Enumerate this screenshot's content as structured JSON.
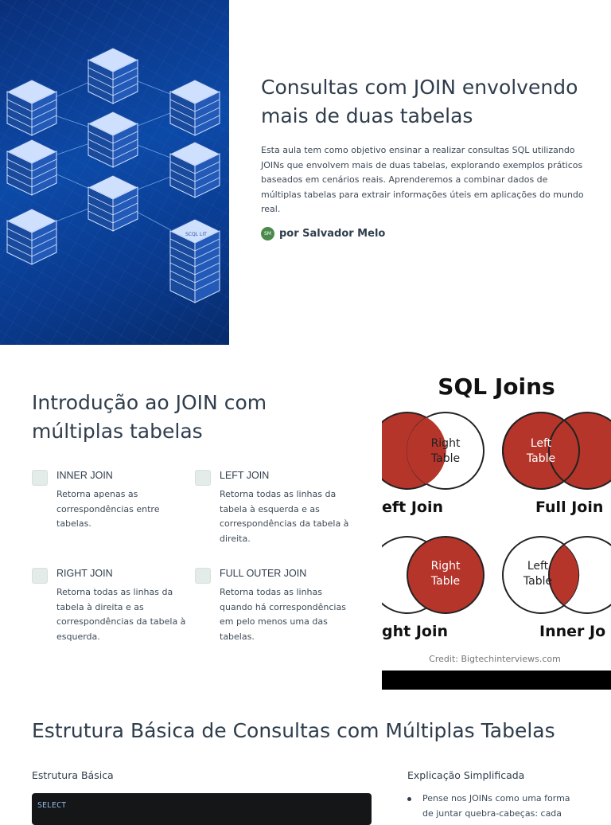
{
  "hero": {
    "title": "Consultas com JOIN envolvendo mais de duas tabelas",
    "description": "Esta aula tem como objetivo ensinar a realizar consultas SQL utilizando JOINs que envolvem mais de duas tabelas, explorando exemplos práticos baseados em cenários reais. Aprenderemos a combinar dados de múltiplas tabelas para extrair informações úteis em aplicações do mundo real.",
    "author_initials": "SM",
    "author": "por Salvador Melo",
    "image_label": "SCQL LIT"
  },
  "intro": {
    "title": "Introdução ao JOIN com múltiplas tabelas",
    "joins": [
      {
        "name": "INNER JOIN",
        "desc": "Retorna apenas as correspondências entre tabelas."
      },
      {
        "name": "LEFT JOIN",
        "desc": "Retorna todas as linhas da tabela à esquerda e as correspondências da tabela à direita."
      },
      {
        "name": "RIGHT JOIN",
        "desc": "Retorna todas as linhas da tabela à direita e as correspondências da tabela à esquerda."
      },
      {
        "name": "FULL OUTER JOIN",
        "desc": "Retorna todas as linhas quando há correspondências em pelo menos uma das tabelas."
      }
    ]
  },
  "sql_joins_image": {
    "title": "SQL Joins",
    "right_table": "Right",
    "table": "Table",
    "left_table": "Left",
    "labels": [
      "eft Join",
      "Full Join",
      "ght Join",
      "Inner Jo"
    ],
    "credit": "Credit: Bigtechinterviews.com",
    "colors": {
      "fill": "#b5352b",
      "stroke": "#222222"
    }
  },
  "structure": {
    "title": "Estrutura Básica de Consultas com Múltiplas Tabelas",
    "left_heading": "Estrutura Básica",
    "code_first_line": "SELECT",
    "right_heading": "Explicação Simplificada",
    "bullet": "Pense nos JOINs como uma forma de juntar quebra-cabeças: cada"
  }
}
